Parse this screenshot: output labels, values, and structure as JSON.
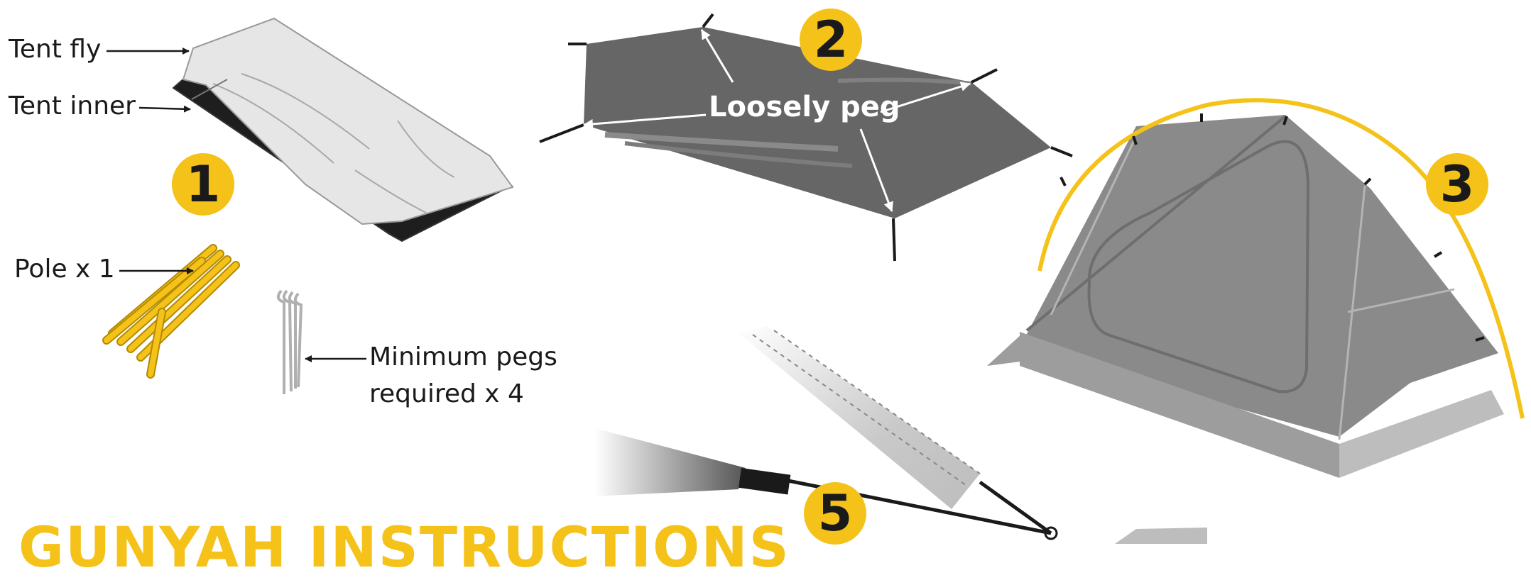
{
  "labels": {
    "tent_fly": "Tent fly",
    "tent_inner": "Tent inner",
    "pole": "Pole x 1",
    "pegs_line1": "Minimum pegs",
    "pegs_line2": "required x 4",
    "loosely_peg": "Loosely peg"
  },
  "steps": [
    "1",
    "2",
    "3",
    "5"
  ],
  "title": "GUNYAH INSTRUCTIONS",
  "colors": {
    "accent": "#f5c21a",
    "ground_sheet": "#666666",
    "tent_body": "#8a8a8b",
    "tent_inner_dark": "#1e1e1e",
    "fly_light": "#e6e6e6"
  }
}
